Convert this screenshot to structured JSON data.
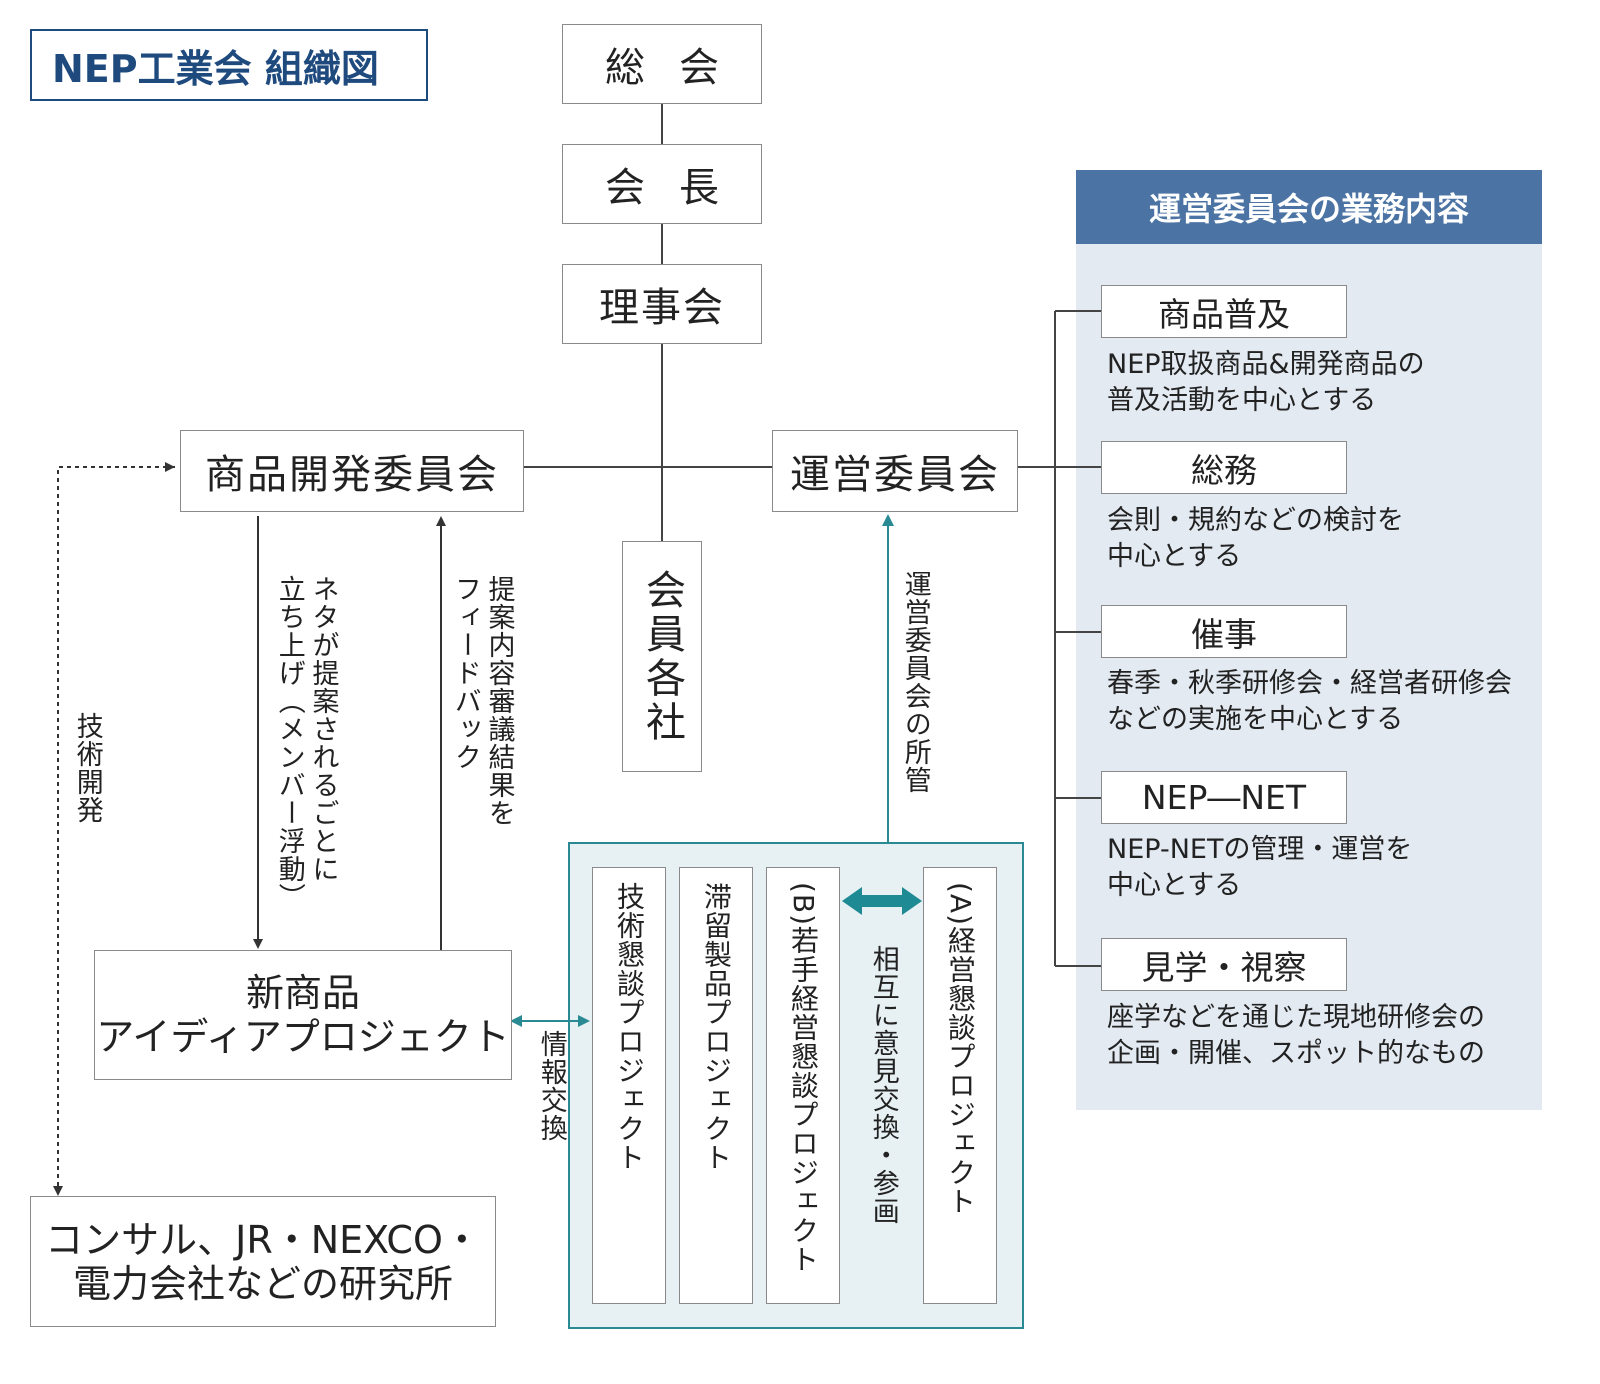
{
  "title": "NEP工業会 組織図",
  "hierarchy": {
    "general_meeting": "総会",
    "chairman": "会長",
    "board": "理事会",
    "members": "会員各社"
  },
  "product_committee": "商品開発委員会",
  "management_committee": "運営委員会",
  "new_product_project": {
    "line1": "新商品",
    "line2": "アイディアプロジェクト"
  },
  "research": {
    "line1": "コンサル、JR・NEXCO・",
    "line2": "電力会社などの研究所"
  },
  "labels": {
    "tech_dev": "技術開発",
    "idea_launch": "ネタが提案されるごとに立ち上げ（メンバー浮動）",
    "feedback": "提案内容審議結果をフィードバック",
    "management_jurisdiction": "運営委員会の所管",
    "info_exchange": "情報交換",
    "mutual_exchange": "相互に意見交換・参画"
  },
  "projects": [
    "技術懇談プロジェクト",
    "滞留製品プロジェクト",
    "(B)若手経営懇談プロジェクト",
    "(A)経営懇談プロジェクト"
  ],
  "panel": {
    "header": "運営委員会の業務内容",
    "items": [
      {
        "name": "商品普及",
        "desc1": "NEP取扱商品&開発商品の",
        "desc2": "普及活動を中心とする"
      },
      {
        "name": "総務",
        "desc1": "会則・規約などの検討を",
        "desc2": "中心とする"
      },
      {
        "name": "催事",
        "desc1": "春季・秋季研修会・経営者研修会",
        "desc2": "などの実施を中心とする"
      },
      {
        "name": "NEP―NET",
        "desc1": "NEP-NETの管理・運営を",
        "desc2": "中心とする"
      },
      {
        "name": "見学・視察",
        "desc1": "座学などを通じた現地研修会の",
        "desc2": "企画・開催、スポット的なもの"
      }
    ]
  },
  "colors": {
    "title_blue": "#1e4a7e",
    "panel_header": "#4b73a3",
    "panel_bg": "#e3eaf2",
    "teal": "#2a8a93",
    "line": "#444444"
  }
}
